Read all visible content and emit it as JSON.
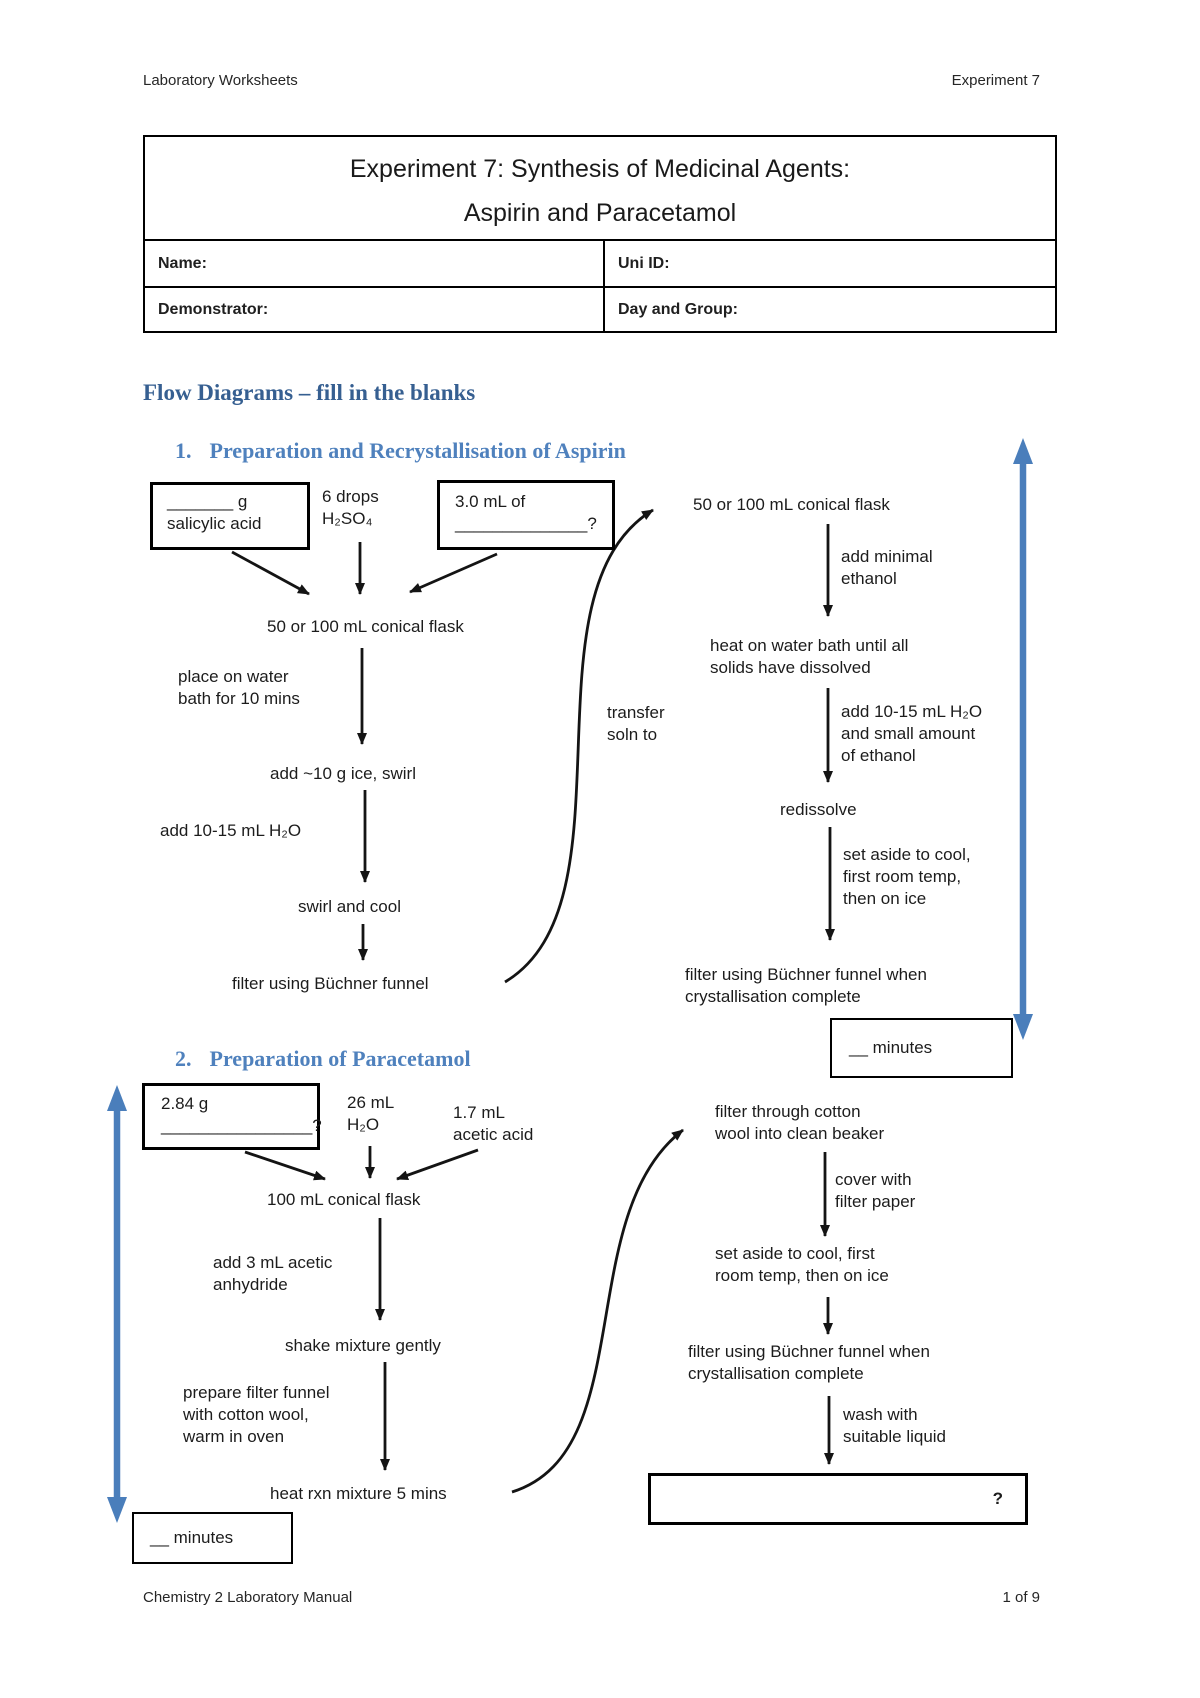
{
  "page_header": {
    "left": "Laboratory Worksheets",
    "right": "Experiment 7"
  },
  "info_table": {
    "title_line1": "Experiment 7: Synthesis of Medicinal Agents:",
    "title_line2": "Aspirin and Paracetamol",
    "name_label": "Name:",
    "uni_id_label": "Uni ID:",
    "demonstrator_label": "Demonstrator:",
    "day_group_label": "Day and Group:"
  },
  "main_heading": "Flow Diagrams – fill in the blanks",
  "section1": {
    "number": "1.",
    "title": "Preparation and Recrystallisation of Aspirin",
    "input_box_salicylic": "_______ g\nsalicylic acid",
    "reagent_h2so4": "6 drops\nH₂SO₄",
    "input_box_liquid": "3.0 mL of\n______________?",
    "flask_left": "50 or 100 mL conical flask",
    "step_water_bath": "place on water\nbath for 10 mins",
    "step_add_ice": "add ~10 g ice, swirl",
    "step_add_water": "add 10-15 mL H₂O",
    "step_swirl_cool": "swirl and cool",
    "step_filter": "filter using Büchner funnel",
    "transfer_label": "transfer\nsoln to",
    "flask_right": "50 or 100 mL conical flask",
    "step_add_ethanol": "add minimal\nethanol",
    "step_heat_bath": "heat on water bath until all\nsolids have dissolved",
    "step_add_water_ethanol": "add 10-15 mL H₂O\nand small amount\nof ethanol",
    "step_redissolve": "redissolve",
    "step_set_aside": "set aside to cool,\nfirst room temp,\nthen on ice",
    "step_filter_crystal": "filter using Büchner funnel when\ncrystallisation complete",
    "minutes_box": "__ minutes"
  },
  "section2": {
    "number": "2.",
    "title": "Preparation of Paracetamol",
    "input_box_mass": "2.84 g\n________________?",
    "reagent_water": "26 mL\nH₂O",
    "reagent_acetic": "1.7 mL\nacetic acid",
    "flask": "100 mL conical flask",
    "step_acetic_anhydride": "add 3 mL acetic\nanhydride",
    "step_shake": "shake mixture gently",
    "step_prepare_funnel": "prepare filter funnel\nwith cotton wool,\nwarm in oven",
    "step_heat_rxn": "heat rxn mixture 5 mins",
    "minutes_box": "__ minutes",
    "step_filter_cotton": "filter through cotton\nwool into clean beaker",
    "step_cover": "cover with\nfilter paper",
    "step_set_aside": "set aside to cool, first\nroom temp, then on ice",
    "step_filter_crystal": "filter using Büchner funnel when\ncrystallisation complete",
    "step_wash": "wash with\nsuitable liquid",
    "final_box": "?"
  },
  "page_footer": {
    "left": "Chemistry 2 Laboratory Manual",
    "right": "1 of 9"
  },
  "colors": {
    "heading1": "#365F91",
    "heading2": "#4F81BD",
    "flow_arrow_blue": "#4A7EBB"
  }
}
